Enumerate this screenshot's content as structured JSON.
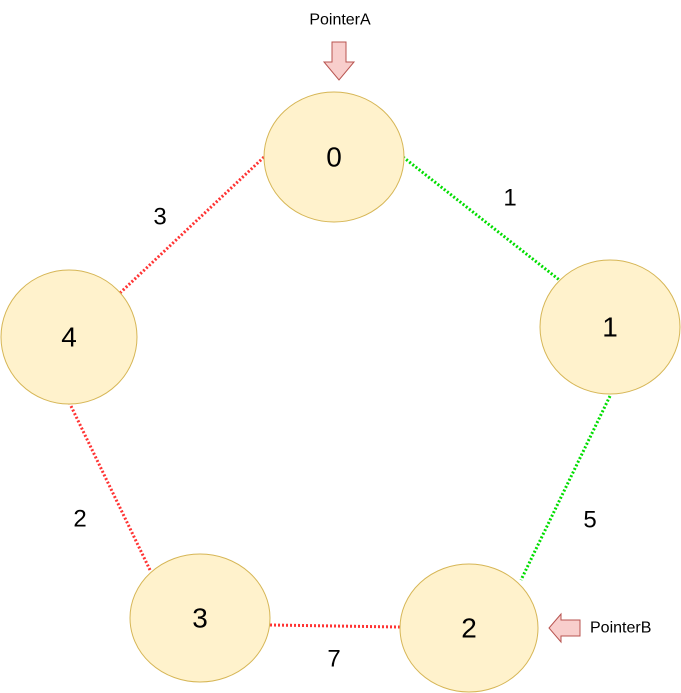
{
  "colors": {
    "node_fill": "#fff2cc",
    "node_stroke": "#d6b656",
    "edge_green": "#00dd00",
    "edge_red": "#ff3333",
    "arrow_fill": "#f8cecc",
    "arrow_stroke": "#b85450"
  },
  "nodes": [
    {
      "id": "0",
      "label": "0"
    },
    {
      "id": "1",
      "label": "1"
    },
    {
      "id": "2",
      "label": "2"
    },
    {
      "id": "3",
      "label": "3"
    },
    {
      "id": "4",
      "label": "4"
    }
  ],
  "edges": [
    {
      "from": "0",
      "to": "1",
      "weight": "1",
      "color": "green"
    },
    {
      "from": "1",
      "to": "2",
      "weight": "5",
      "color": "green"
    },
    {
      "from": "2",
      "to": "3",
      "weight": "7",
      "color": "red"
    },
    {
      "from": "3",
      "to": "4",
      "weight": "2",
      "color": "red"
    },
    {
      "from": "4",
      "to": "0",
      "weight": "3",
      "color": "red"
    }
  ],
  "pointers": {
    "a": {
      "label": "PointerA",
      "target": "0",
      "direction": "down"
    },
    "b": {
      "label": "PointerB",
      "target": "2",
      "direction": "left"
    }
  }
}
